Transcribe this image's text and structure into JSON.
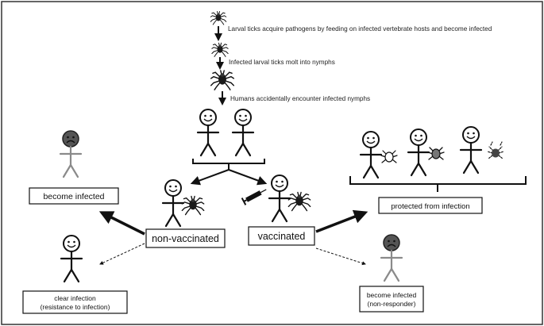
{
  "steps": [
    "Larval ticks acquire pathogens by feeding on infected vertebrate hosts and become infected",
    "Infected larval ticks molt into nymphs",
    "Humans accidentally encounter infected nymphs"
  ],
  "labels": {
    "non_vaccinated": "non-vaccinated",
    "vaccinated": "vaccinated",
    "become_infected": "become infected",
    "protected": "protected from infection",
    "clear_infection_line1": "clear infection",
    "clear_infection_line2": "(resistance to infection)",
    "become_infected_nr_line1": "become infected",
    "become_infected_nr_line2": "(non-responder)"
  },
  "icons": {
    "tick": "tick-icon",
    "syringe": "syringe-icon",
    "person_happy": "stick-figure-happy",
    "person_sick": "stick-figure-sick"
  },
  "colors": {
    "line": "#111111",
    "gray_body": "#8a8a8a",
    "sick_face": "#555555",
    "frame": "#333333"
  }
}
